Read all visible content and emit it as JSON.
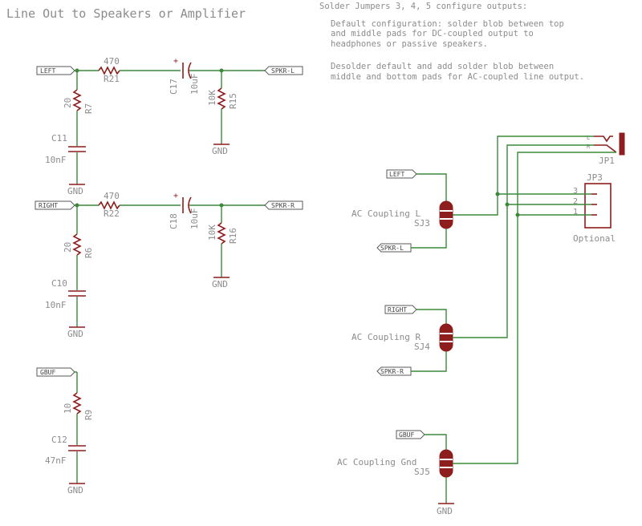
{
  "title": "Line Out to Speakers or Amplifier",
  "note": {
    "heading": "Solder Jumpers 3, 4, 5 configure outputs:",
    "line1": "Default configuration: solder blob between top",
    "line2": "and middle pads for DC-coupled output to",
    "line3": "headphones or passive speakers.",
    "line4": "Desolder default and add solder blob between",
    "line5": "middle and bottom pads for AC-coupled line output."
  },
  "nets": {
    "left": "LEFT",
    "right": "RIGHT",
    "spkr_l": "SPKR-L",
    "spkr_r": "SPKR-R",
    "gbuf": "GBUF",
    "gnd": "GND"
  },
  "parts": {
    "r21": {
      "name": "R21",
      "value": "470"
    },
    "r22": {
      "name": "R22",
      "value": "470"
    },
    "r7": {
      "name": "R7",
      "value": "20"
    },
    "r6": {
      "name": "R6",
      "value": "20"
    },
    "r9": {
      "name": "R9",
      "value": "10"
    },
    "r15": {
      "name": "R15",
      "value": "10K"
    },
    "r16": {
      "name": "R16",
      "value": "10K"
    },
    "c17": {
      "name": "C17",
      "value": "10uF"
    },
    "c18": {
      "name": "C18",
      "value": "10uF"
    },
    "c11": {
      "name": "C11",
      "value": "10nF"
    },
    "c10": {
      "name": "C10",
      "value": "10nF"
    },
    "c12": {
      "name": "C12",
      "value": "47nF"
    },
    "sj3": {
      "name": "SJ3",
      "value": "AC Coupling L"
    },
    "sj4": {
      "name": "SJ4",
      "value": "AC Coupling R"
    },
    "sj5": {
      "name": "SJ5",
      "value": "AC Coupling Gnd"
    },
    "jp1": {
      "name": "JP1",
      "pin_l": "L",
      "pin_r": "R"
    },
    "jp3": {
      "name": "JP3",
      "value": "Optional",
      "pin3": "3",
      "pin2": "2",
      "pin1": "1"
    }
  }
}
